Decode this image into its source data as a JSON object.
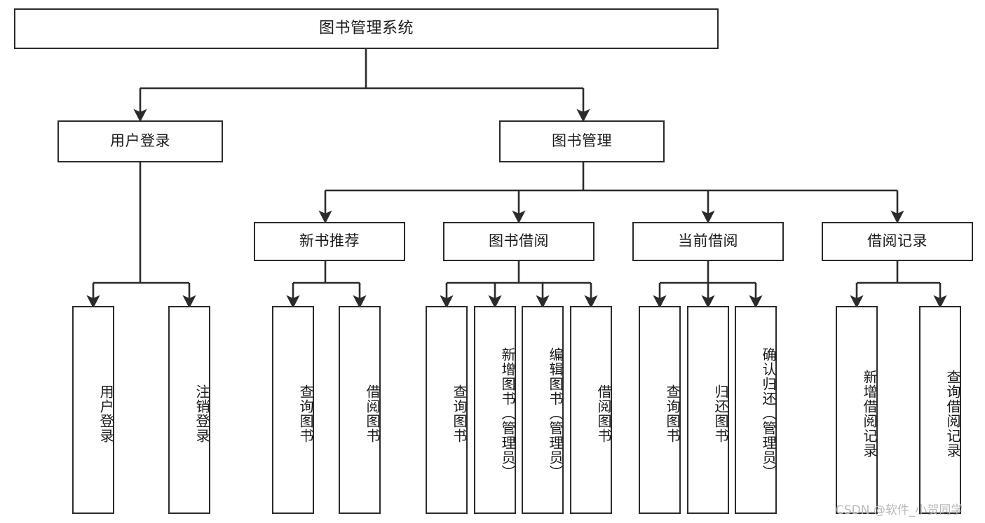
{
  "diagram": {
    "title": "图书管理系统",
    "type": "tree-hierarchy",
    "watermark": "CSDN @软件_小贺同学",
    "colors": {
      "box_border": "#2b2b2b",
      "box_fill": "#ffffff",
      "edge": "#2b2b2b",
      "text": "#1a1a1a",
      "watermark": "#b9b9b9",
      "background": "#ffffff"
    },
    "levels": {
      "root": {
        "label": "图书管理系统"
      },
      "level1": [
        {
          "id": "user-login",
          "label": "用户登录"
        },
        {
          "id": "book-management",
          "label": "图书管理"
        }
      ],
      "level2": [
        {
          "id": "new-book-recommend",
          "label": "新书推荐",
          "parent": "book-management"
        },
        {
          "id": "book-borrow",
          "label": "图书借阅",
          "parent": "book-management"
        },
        {
          "id": "current-borrow",
          "label": "当前借阅",
          "parent": "book-management"
        },
        {
          "id": "borrow-record",
          "label": "借阅记录",
          "parent": "book-management"
        }
      ],
      "leaves": {
        "user-login": [
          {
            "id": "leaf-user-login",
            "label": "用户登录"
          },
          {
            "id": "leaf-user-logout",
            "label": "注销登录"
          }
        ],
        "new-book-recommend": [
          {
            "id": "leaf-query-book-1",
            "label": "查询图书"
          },
          {
            "id": "leaf-borrow-book-1",
            "label": "借阅图书"
          }
        ],
        "book-borrow": [
          {
            "id": "leaf-query-book-2",
            "label": "查询图书"
          },
          {
            "id": "leaf-add-book",
            "label": "新增图书（管理员）"
          },
          {
            "id": "leaf-edit-book",
            "label": "编辑图书（管理员）"
          },
          {
            "id": "leaf-borrow-book-2",
            "label": "借阅图书"
          }
        ],
        "current-borrow": [
          {
            "id": "leaf-query-book-3",
            "label": "查询图书"
          },
          {
            "id": "leaf-return-book",
            "label": "归还图书"
          },
          {
            "id": "leaf-confirm-return",
            "label": "确认归还（管理员）"
          }
        ],
        "borrow-record": [
          {
            "id": "leaf-add-record",
            "label": "新增借阅记录"
          },
          {
            "id": "leaf-query-record",
            "label": "查询借阅记录"
          }
        ]
      }
    }
  }
}
